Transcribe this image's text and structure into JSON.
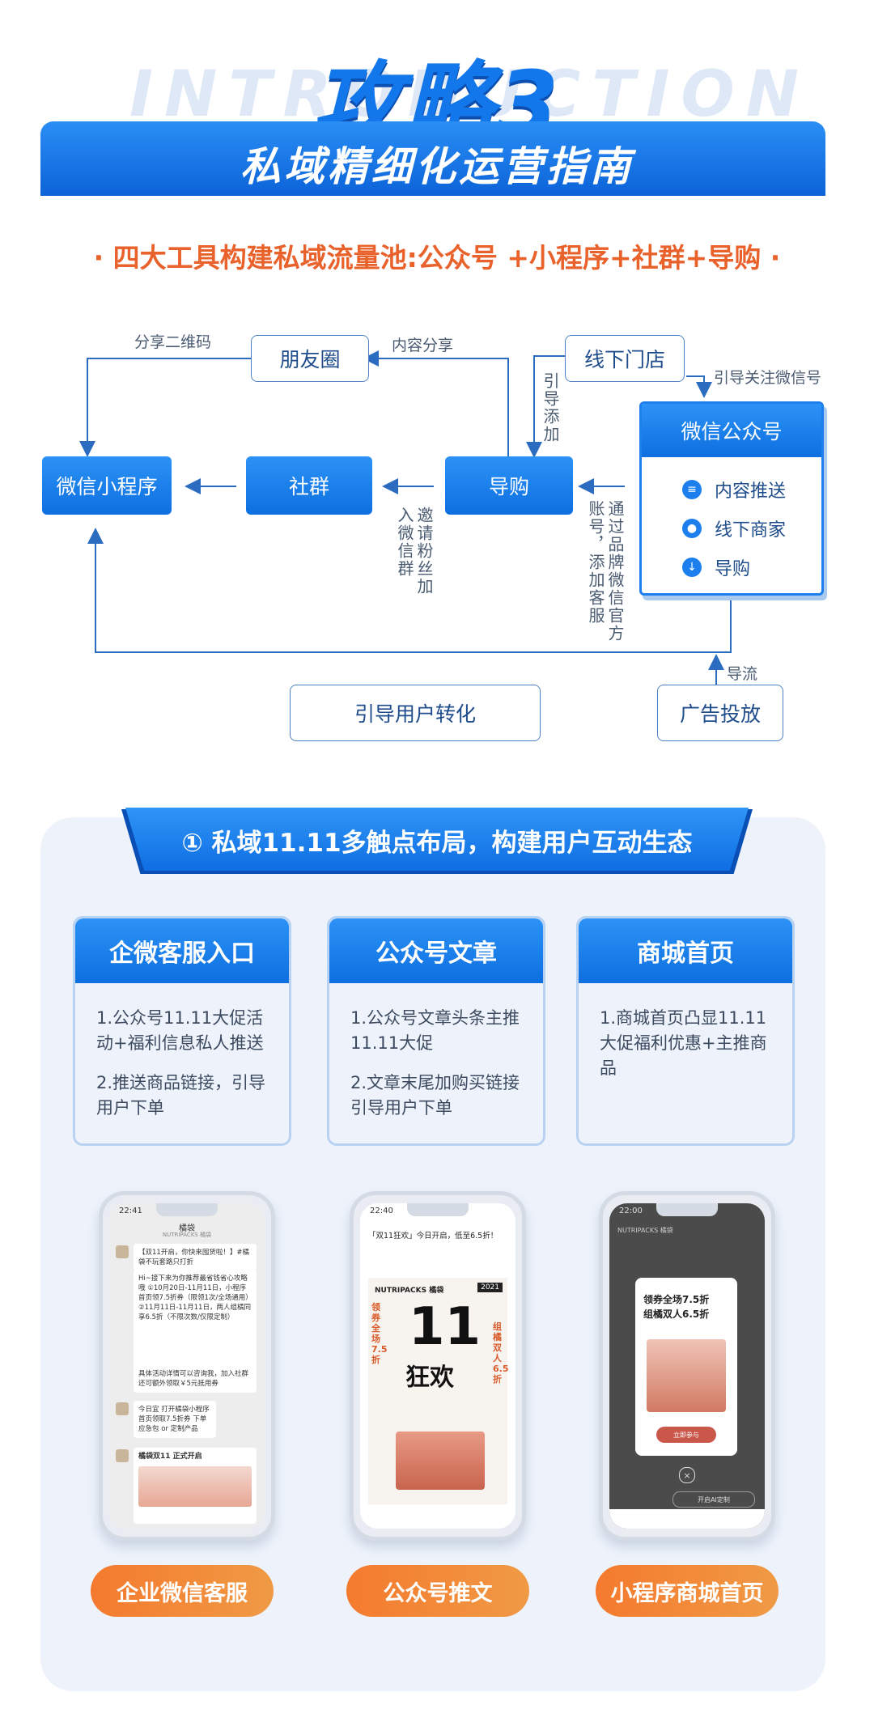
{
  "header": {
    "bg_word": "INTRODUCTION",
    "title": "攻略3",
    "banner": "私域精细化运营指南",
    "subtitle": "· 四大工具构建私域流量池:公众号 +小程序+社群+导购 ·"
  },
  "flow": {
    "nodes": {
      "moments": "朋友圈",
      "offline_store": "线下门店",
      "wechat_official": "微信公众号",
      "mini_program": "微信小程序",
      "community": "社群",
      "guide": "导购",
      "ads": "广告投放",
      "convert": "引导用户转化"
    },
    "labels": {
      "share_qr": "分享二维码",
      "content_share": "内容分享",
      "guide_follow": "引导关注微信号",
      "guide_add": "引导添加",
      "invite_fans": "邀请粉丝加入微信群",
      "via_brand": "通过品牌微信官方账号，添加客服",
      "traffic": "导流"
    },
    "wechat_items": [
      "内容推送",
      "线下商家",
      "导购"
    ]
  },
  "section": {
    "ribbon": "① 私域11.11多触点布局，构建用户互动生态",
    "cards": [
      {
        "title": "企微客服入口",
        "lines": [
          "1.公众号11.11大促活动+福利信息私人推送",
          "2.推送商品链接，引导用户下单"
        ]
      },
      {
        "title": "公众号文章",
        "lines": [
          "1.公众号文章头条主推11.11大促",
          "2.文章末尾加购买链接引导用户下单"
        ]
      },
      {
        "title": "商城首页",
        "lines": [
          "1.商城首页凸显11.11大促福利优惠+主推商品"
        ]
      }
    ],
    "phones": {
      "p1": {
        "time": "22:41",
        "title": "橘袋",
        "subtitle": "NUTRIPACKS 橘袋",
        "msg1": "【双11开启，你快来囤货啦！】#橘袋不玩套路只打折",
        "msg2": "Hi~接下来为你推荐最省钱省心攻略哦 ①10月20日-11月11日，小程序首页领7.5折券（限领1次/全场通用）②11月11日-11月11日，两人组橘同享6.5折（不限次数/仅限定制）",
        "msg3": "具体活动详情可以咨询我，加入社群还可额外领取￥5元抵用券",
        "msg4": "今日宜 打开橘袋小程序 首页领取7.5折券 下单应急包 or 定制产品",
        "promo": "橘袋双11 正式开启"
      },
      "p2": {
        "time": "22:40",
        "headline": "「双11狂欢」今日开启，低至6.5折！",
        "brand": "NUTRIPACKS 橘袋",
        "year": "2021",
        "big": "11",
        "big2": "狂欢",
        "left_text": "领券全场7.5折",
        "right_text": "组橘双人6.5折"
      },
      "p3": {
        "time": "22:00",
        "brand": "NUTRIPACKS 橘袋",
        "line1": "领券全场7.5折",
        "line2": "组橘双人6.5折",
        "cta": "立即参与",
        "bottom": "开启AI定制"
      }
    },
    "pills": [
      "企业微信客服",
      "公众号推文",
      "小程序商城首页"
    ]
  },
  "colors": {
    "primary": "#1377ec",
    "accent": "#e9612b",
    "pill": "#f47a2e"
  }
}
